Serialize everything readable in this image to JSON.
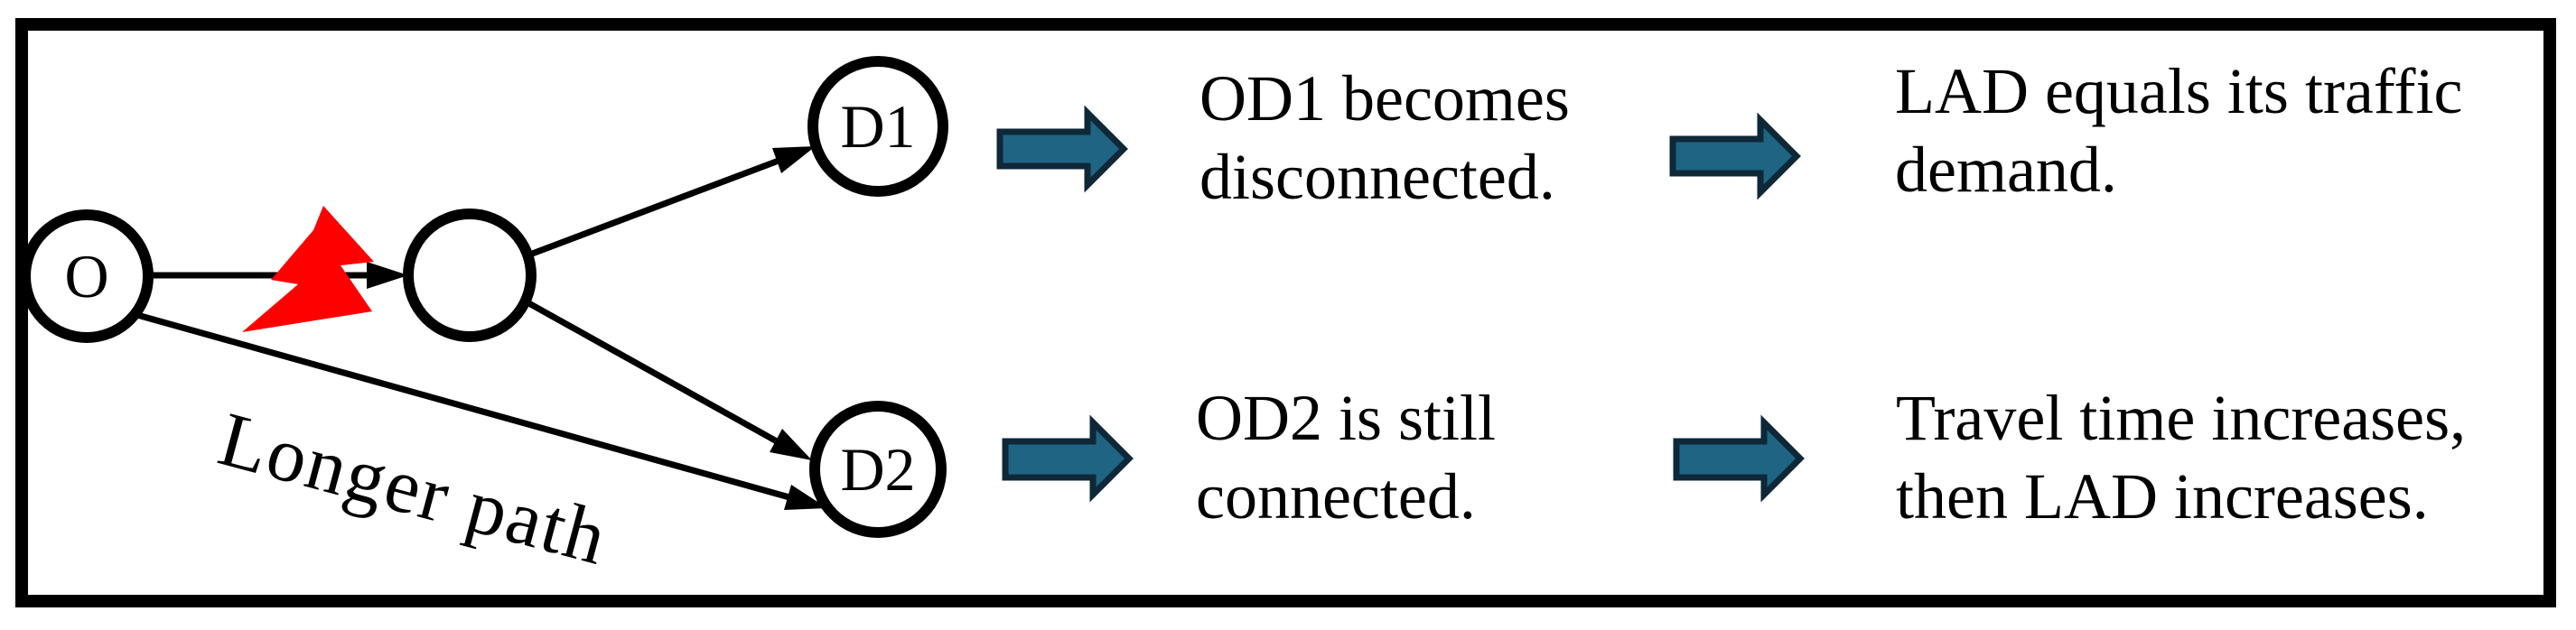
{
  "graph": {
    "nodes": [
      {
        "id": "O",
        "label": "O"
      },
      {
        "id": "mid",
        "label": ""
      },
      {
        "id": "D1",
        "label": "D1"
      },
      {
        "id": "D2",
        "label": "D2"
      }
    ],
    "edges": [
      {
        "from": "O",
        "to": "mid",
        "disrupted": true
      },
      {
        "from": "mid",
        "to": "D1"
      },
      {
        "from": "mid",
        "to": "D2"
      },
      {
        "from": "O",
        "to": "D2",
        "label": "Longer path"
      }
    ],
    "longer_path_label": "Longer path",
    "disruption_icon": "lightning-bolt"
  },
  "flow_rows": [
    {
      "step1_lines": [
        "OD1 becomes",
        "disconnected."
      ],
      "step2_lines": [
        "LAD equals its traffic",
        "demand."
      ]
    },
    {
      "step1_lines": [
        "OD2 is still",
        "connected."
      ],
      "step2_lines": [
        "Travel time increases,",
        "then LAD increases."
      ]
    }
  ],
  "colors": {
    "flow_arrow_fill": "#1F6483",
    "flow_arrow_stroke": "#0E2838",
    "lightning_red": "#FF0000",
    "ink": "#000000"
  }
}
